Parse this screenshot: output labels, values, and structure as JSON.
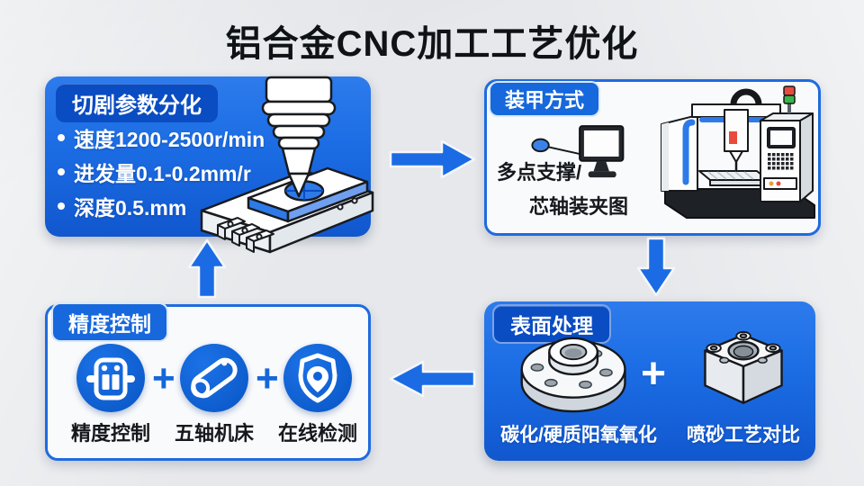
{
  "title": "铝合金CNC加工工艺优化",
  "colors": {
    "accent_blue": "#1b6ce4",
    "badge_dark_blue": "#0a4cc2",
    "panel_border_blue": "#1f6be0",
    "background_grey": "#e6e8eb",
    "text_dark": "#15181c"
  },
  "panel_cutting": {
    "badge": "切剧参数分化",
    "bullets": [
      "速度1200-2500r/min",
      "进发量0.1-0.2mm/r",
      "深度0.5.mm"
    ],
    "illustration": "cnc-spindle-milling"
  },
  "panel_clamping": {
    "badge": "装甲方式",
    "caption_line1": "多点支撑/",
    "caption_line2": "芯轴装夹图",
    "icons": [
      "monitor-probe-icon",
      "cnc-machine-illustration"
    ]
  },
  "panel_surface": {
    "badge": "表面处理",
    "left_label": "碳化/硬质阳氧氧化",
    "plus": "+",
    "right_label": "喷砂工艺对比",
    "illustrations": [
      "flange-part",
      "block-part"
    ]
  },
  "panel_precision": {
    "badge": "精度控制",
    "plus": "+",
    "items": [
      {
        "icon": "fixture-icon",
        "label": "精度控制"
      },
      {
        "icon": "cylinder-icon",
        "label": "五轴机床"
      },
      {
        "icon": "shield-pin-icon",
        "label": "在线检测"
      }
    ]
  }
}
